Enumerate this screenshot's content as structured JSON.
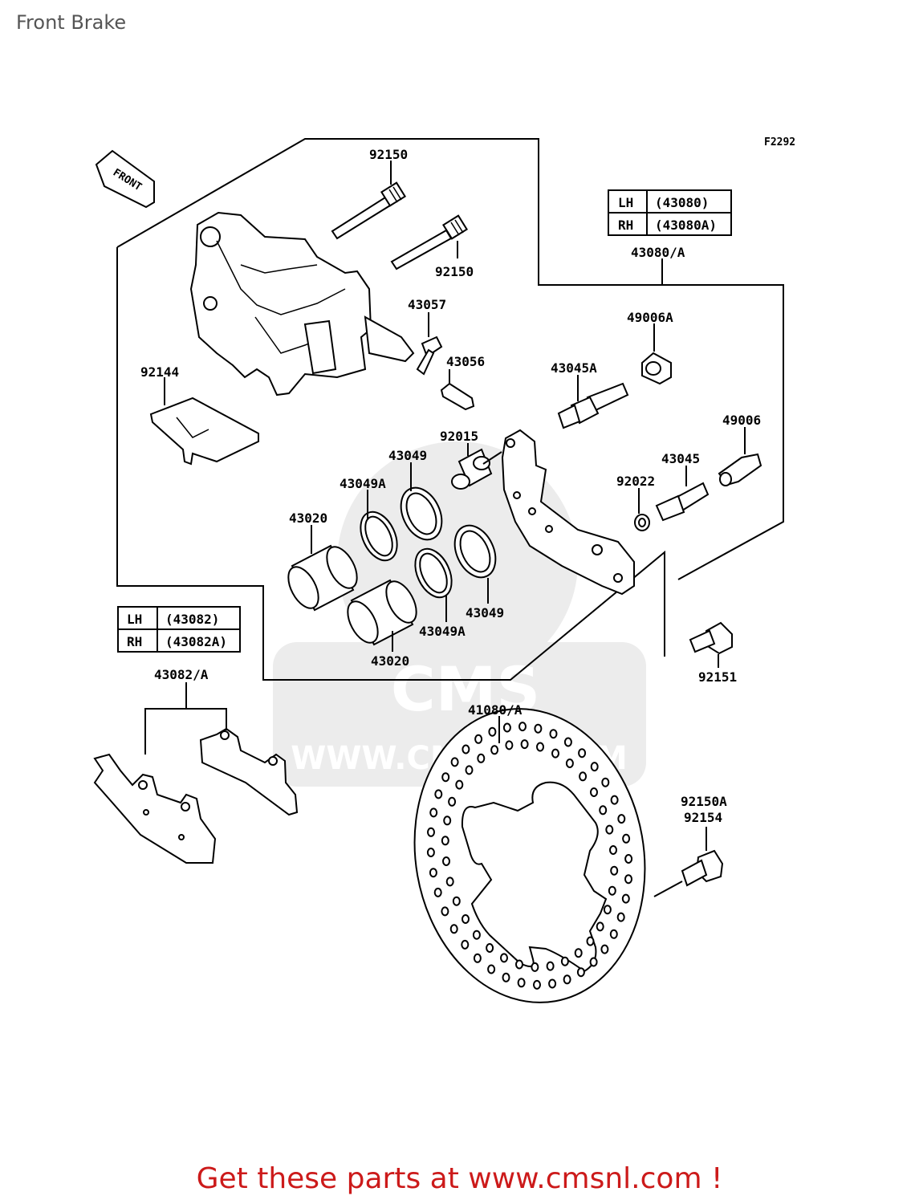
{
  "page_title": "Front Brake",
  "figure_code": "F2292",
  "front_marker": "FRONT",
  "watermark": {
    "brand": "CMS",
    "url": "WWW.CMSNL.COM"
  },
  "caliper_table": {
    "rows": [
      {
        "side": "LH",
        "code": "(43080)"
      },
      {
        "side": "RH",
        "code": "(43080A)"
      }
    ]
  },
  "pad_table": {
    "rows": [
      {
        "side": "LH",
        "code": "(43082)"
      },
      {
        "side": "RH",
        "code": "(43082A)"
      }
    ]
  },
  "callouts": {
    "pin_upper": "92150",
    "pin_lower": "92150",
    "caliper_assy": "43080/A",
    "bleed_cap": "43057",
    "bleed_valve": "43056",
    "boot_a": "49006A",
    "bolt_a": "43045A",
    "pad_spring": "92144",
    "bushing": "92015",
    "boot": "49006",
    "bolt": "43045",
    "seal_upper": "43049",
    "seal_a_upper": "43049A",
    "washer": "92022",
    "piston_upper": "43020",
    "seal_right": "43049",
    "seal_a_lower": "43049A",
    "piston_lower": "43020",
    "mount_bolt": "92151",
    "pad_set": "43082/A",
    "disc": "41080/A",
    "disc_bolt_a": "92150A",
    "disc_bolt": "92154"
  },
  "footer": "Get these parts at www.cmsnl.com !"
}
